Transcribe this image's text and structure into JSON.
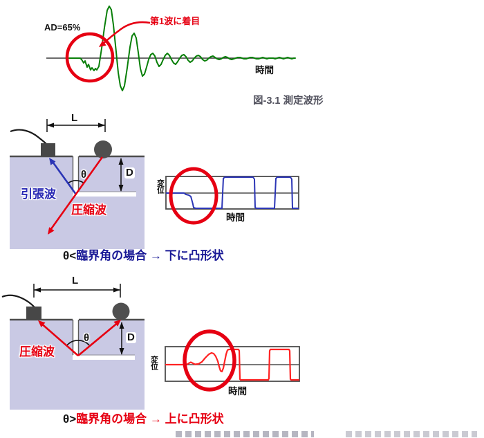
{
  "figure1": {
    "ad_label": "AD=65%",
    "annotation": "第1波に着目",
    "time_label": "時間",
    "caption": "図-3.1 測定波形"
  },
  "case_below_critical": {
    "length_label": "L",
    "depth_label": "D",
    "angle_label": "θ",
    "tensile_wave_label": "引張波",
    "compression_wave_label": "圧縮波",
    "chart": {
      "y_axis_label": "変位",
      "x_axis_label": "時間"
    },
    "caption_condition": "θ<",
    "caption_text": "臨界角の場合 → 下に凸形状"
  },
  "case_above_critical": {
    "length_label": "L",
    "depth_label": "D",
    "angle_label": "θ",
    "compression_wave_label": "圧縮波",
    "chart": {
      "y_axis_label": "変位",
      "x_axis_label": "時間"
    },
    "caption_condition": "θ>",
    "caption_text": "臨界角の場合 → 上に凸形状"
  },
  "colors": {
    "wave_green": "#087f08",
    "accent_red": "#e60012",
    "wave_blue": "#2b35b5",
    "wave_red": "#ff2222",
    "caption_navy": "#1a1a96",
    "block_lavender": "#c9c9e4"
  }
}
